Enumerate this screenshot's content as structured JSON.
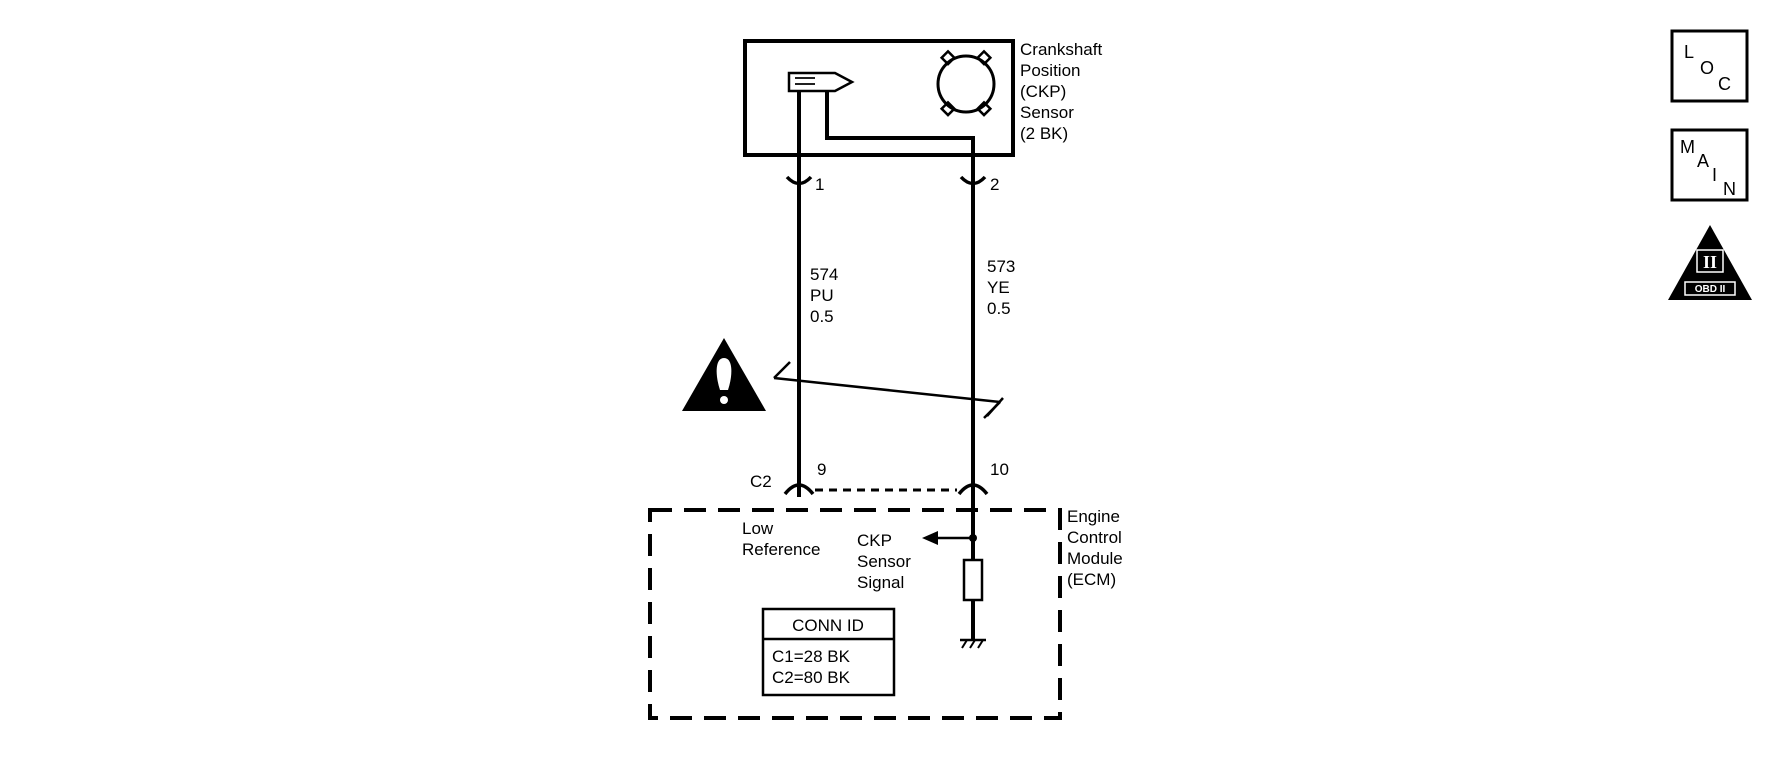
{
  "sensor": {
    "name_lines": [
      "Crankshaft",
      "Position",
      "(CKP)",
      "Sensor",
      "(2 BK)"
    ],
    "pin1": "1",
    "pin2": "2"
  },
  "wires": {
    "left": {
      "circuit": "574",
      "color": "PU",
      "gauge": "0.5"
    },
    "right": {
      "circuit": "573",
      "color": "YE",
      "gauge": "0.5"
    }
  },
  "connector": {
    "name": "C2",
    "pin_left": "9",
    "pin_right": "10"
  },
  "ecm": {
    "name_lines": [
      "Engine",
      "Control",
      "Module",
      "(ECM)"
    ],
    "low_ref_lines": [
      "Low",
      "Reference"
    ],
    "signal_lines": [
      "CKP",
      "Sensor",
      "Signal"
    ],
    "conn_id": {
      "title": "CONN ID",
      "rows": [
        "C1=28 BK",
        "C2=80 BK"
      ]
    }
  },
  "nav": {
    "loc": [
      "L",
      "O",
      "C"
    ],
    "main": [
      "M",
      "A",
      "I",
      "N"
    ],
    "obd": {
      "numeral": "II",
      "label": "OBD II"
    }
  }
}
